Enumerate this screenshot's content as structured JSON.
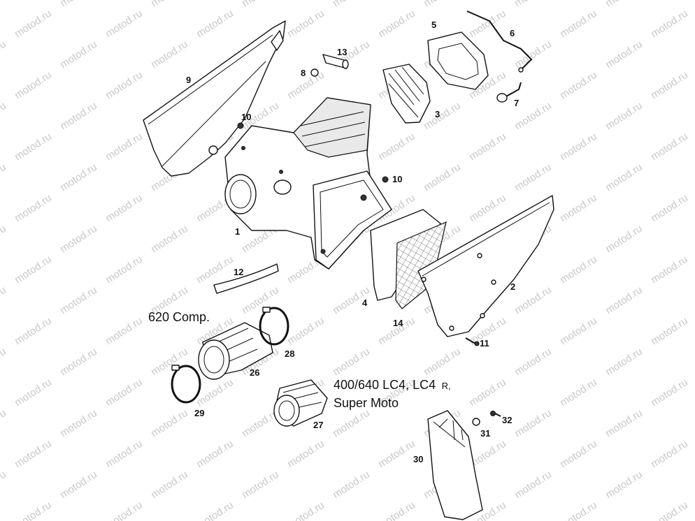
{
  "watermark": {
    "text": "motod.ru",
    "color": "#c9c9c9"
  },
  "captions": {
    "comp": "620 Comp.",
    "lc4_line1": "400/640 LC4, LC4",
    "lc4_suffix": "R,",
    "lc4_line2": "Super Moto"
  },
  "callouts": [
    "1",
    "2",
    "3",
    "4",
    "5",
    "6",
    "7",
    "8",
    "9",
    "10",
    "10",
    "11",
    "12",
    "13",
    "14",
    "26",
    "27",
    "28",
    "29",
    "30",
    "31",
    "32"
  ]
}
